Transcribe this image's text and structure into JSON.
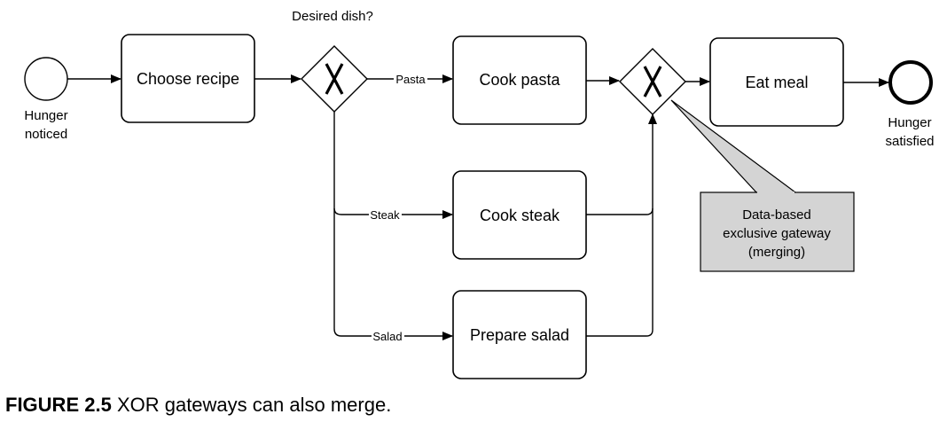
{
  "diagram": {
    "start_event": {
      "label_lines": [
        "Hunger",
        "noticed"
      ]
    },
    "end_event": {
      "label_lines": [
        "Hunger",
        "satisfied"
      ]
    },
    "tasks": {
      "choose_recipe": "Choose recipe",
      "cook_pasta": "Cook pasta",
      "cook_steak": "Cook steak",
      "prepare_salad": "Prepare salad",
      "eat_meal": "Eat meal"
    },
    "split_gateway": {
      "question": "Desired dish?"
    },
    "edge_labels": {
      "pasta": "Pasta",
      "steak": "Steak",
      "salad": "Salad"
    },
    "annotation": {
      "lines": [
        "Data-based",
        "exclusive gateway",
        "(merging)"
      ]
    },
    "colors": {
      "annotation_fill": "#d4d4d4",
      "stroke": "#000000"
    }
  },
  "caption": {
    "figure_number": "FIGURE 2.5",
    "text": "XOR gateways can also merge."
  }
}
